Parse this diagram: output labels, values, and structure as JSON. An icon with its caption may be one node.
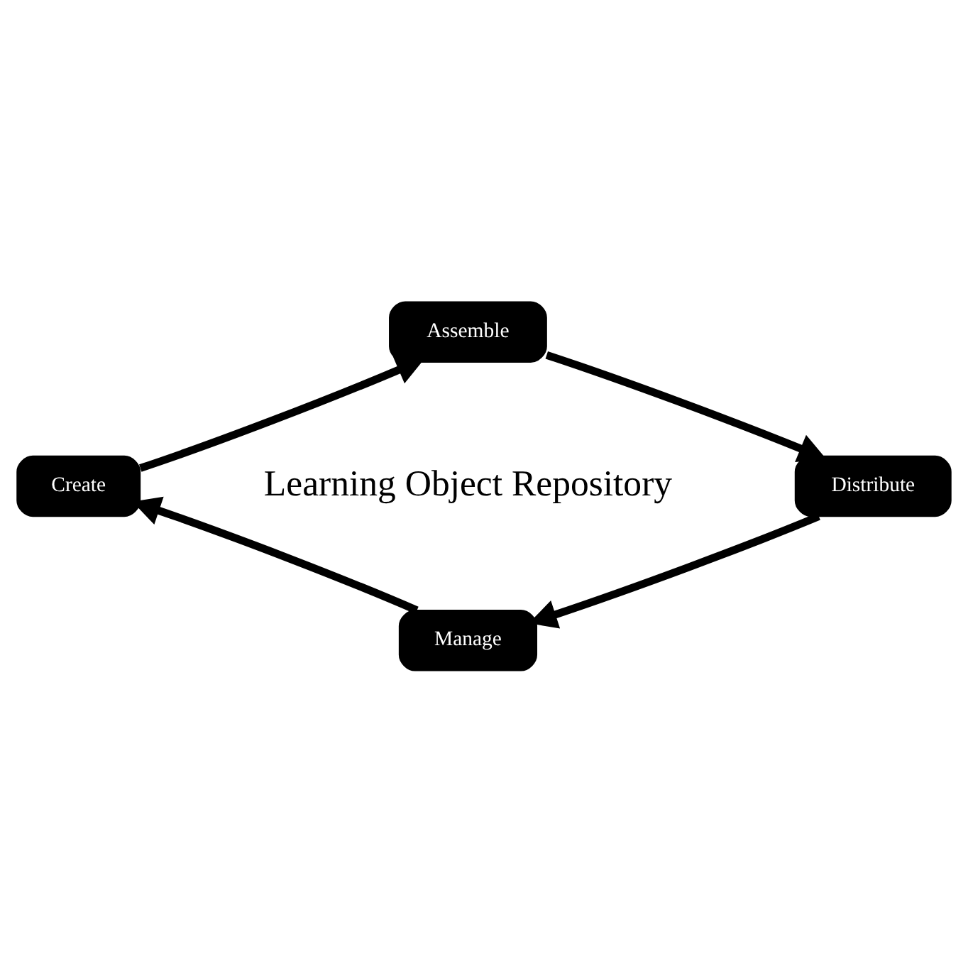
{
  "diagram": {
    "nodes": [
      {
        "text": [
          "Assemble"
        ]
      },
      {
        "text": [
          "Create"
        ]
      },
      {
        "text": [
          "Learning Object Repository"
        ]
      },
      {
        "text": [
          "Distribute"
        ]
      },
      {
        "text": [
          "Manage"
        ]
      }
    ],
    "edges": [
      {
        "from": 1,
        "to": 0,
        "arrow": "to"
      },
      {
        "from": 0,
        "to": 3,
        "arrow": "to"
      },
      {
        "from": 3,
        "to": 4,
        "arrow": "to"
      },
      {
        "from": 4,
        "to": 1,
        "arrow": "to"
      }
    ]
  }
}
